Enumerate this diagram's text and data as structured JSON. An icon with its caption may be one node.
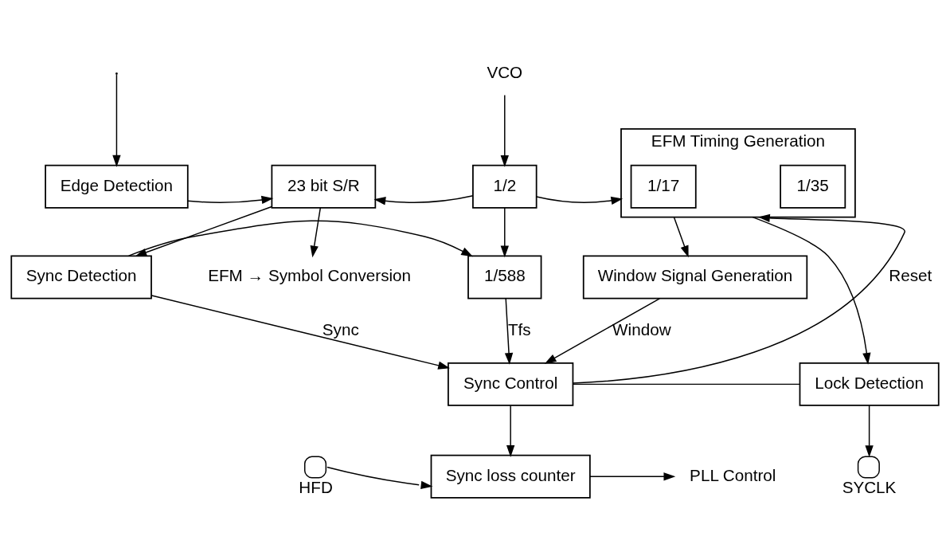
{
  "diagram": {
    "nodes": [
      {
        "text": [
          "Edge Detection"
        ]
      },
      {
        "text": [
          "23 bit S/R"
        ]
      },
      {
        "text": [
          "1/2"
        ]
      },
      {
        "text": [
          "EFM Timing Generation"
        ]
      },
      {
        "text": [
          "1/17"
        ],
        "in": 3
      },
      {
        "text": [
          "1/35"
        ],
        "in": 3
      },
      {
        "text": [
          "Sync Detection"
        ]
      },
      {
        "text": [
          "1/588"
        ]
      },
      {
        "text": [
          "Window Signal Generation"
        ]
      },
      {
        "text": [
          "Sync Control"
        ]
      },
      {
        "text": [
          "Lock Detection"
        ]
      },
      {
        "text": [
          "Sync loss counter"
        ]
      },
      {
        "text": [
          "EFM → Symbol Conversion"
        ]
      },
      {
        "text": [
          "VCO"
        ]
      },
      {
        "text": [],
        "shape": "circle",
        "beside": [
          "HFD"
        ]
      },
      {
        "text": [
          "PLL Control"
        ]
      },
      {
        "text": [],
        "shape": "circle",
        "beside": [
          "SYCLK"
        ]
      }
    ],
    "edges": [
      {
        "from": null,
        "to": 0,
        "arrow": "to"
      },
      {
        "from": 0,
        "to": 1,
        "arrow": "to"
      },
      {
        "from": 2,
        "to": 1,
        "arrow": "to"
      },
      {
        "from": 2,
        "to": 3,
        "arrow": "to"
      },
      {
        "from": 13,
        "to": 2,
        "arrow": "to"
      },
      {
        "from": 1,
        "to": 12,
        "arrow": "to"
      },
      {
        "from": 1,
        "to": 6,
        "arrow": "to"
      },
      {
        "from": 2,
        "to": 7,
        "arrow": "to"
      },
      {
        "from": 6,
        "to": 7,
        "arrow": "to"
      },
      {
        "from": 6,
        "to": 9,
        "arrow": "to",
        "label": "Sync"
      },
      {
        "from": 7,
        "to": 9,
        "arrow": "to",
        "label": "Tfs"
      },
      {
        "from": 3,
        "to": 8,
        "arrow": "to"
      },
      {
        "from": 3,
        "to": 10,
        "arrow": "to"
      },
      {
        "from": 9,
        "to": 10,
        "arrow": "none"
      },
      {
        "from": 9,
        "to": 3,
        "arrow": "to",
        "label": "Reset"
      },
      {
        "from": 8,
        "to": 9,
        "arrow": "to",
        "label": "Window"
      },
      {
        "from": 9,
        "to": 11,
        "arrow": "to"
      },
      {
        "from": 14,
        "to": 11,
        "arrow": "to"
      },
      {
        "from": 11,
        "to": 15,
        "arrow": "to"
      },
      {
        "from": 10,
        "to": 16,
        "arrow": "to"
      }
    ]
  }
}
